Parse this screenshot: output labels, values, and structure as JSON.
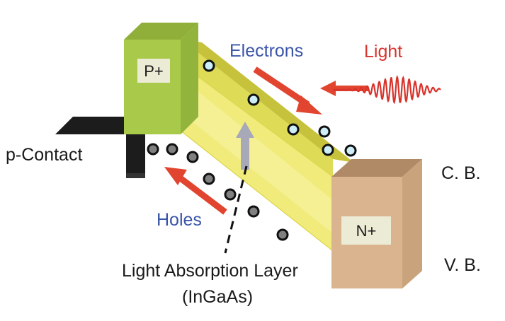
{
  "labels": {
    "p_plus": "P+",
    "n_plus": "N+",
    "electrons": "Electrons",
    "light": "Light",
    "p_contact": "p-Contact",
    "holes": "Holes",
    "cb": "C. B.",
    "vb": "V. B.",
    "absorption_line1": "Light Absorption Layer",
    "absorption_line2": "(InGaAs)"
  },
  "colors": {
    "p_block": "#a8c94a",
    "absorption_layer": "#e8e25a",
    "n_block": "#d9b48e",
    "arrow": "#e2452f",
    "wave": "#d8332b",
    "electron_fill": "#cdeef7",
    "hole_fill": "#808080",
    "contact": "#1c1c1c"
  },
  "icons": {
    "electron": "circle-light-icon",
    "hole": "circle-dark-icon",
    "light_wave": "wave-icon"
  }
}
